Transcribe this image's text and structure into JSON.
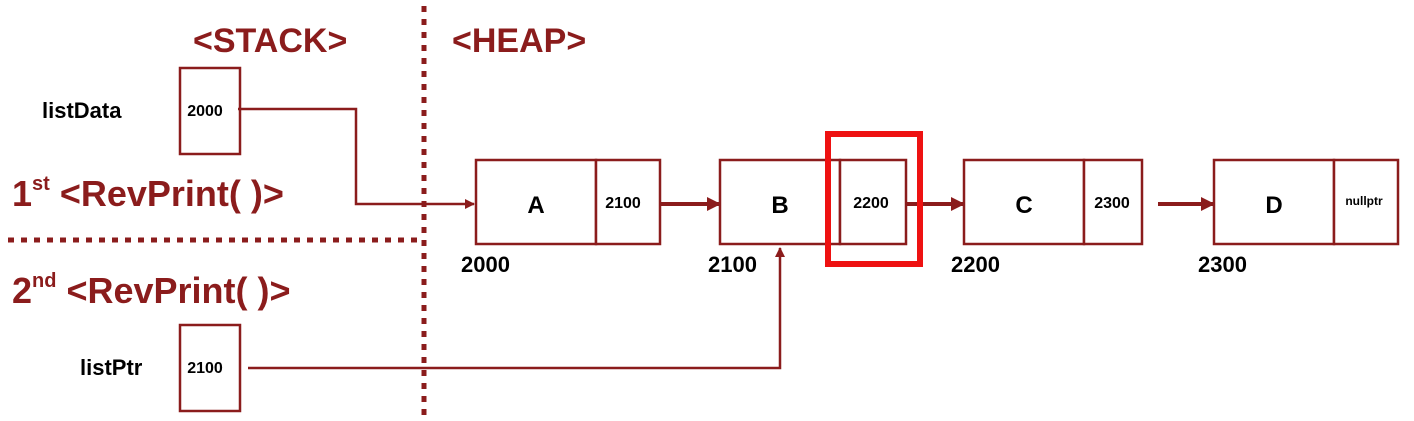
{
  "sections": {
    "stack_title": "<STACK>",
    "heap_title": "<HEAP>",
    "frame1": {
      "ordinal": "1",
      "suffix": "st",
      "label": "<RevPrint( )>"
    },
    "frame2": {
      "ordinal": "2",
      "suffix": "nd",
      "label": "<RevPrint( )>"
    }
  },
  "stack_vars": [
    {
      "name": "listData",
      "value": "2000"
    },
    {
      "name": "listPtr",
      "value": "2100"
    }
  ],
  "nodes": [
    {
      "info": "A",
      "next": "2100",
      "address": "2000"
    },
    {
      "info": "B",
      "next": "2200",
      "address": "2100"
    },
    {
      "info": "C",
      "next": "2300",
      "address": "2200"
    },
    {
      "info": "D",
      "next": "nullptr",
      "address": "2300"
    }
  ],
  "colors": {
    "accent": "#8b1c1c",
    "highlight": "#ee1111"
  }
}
